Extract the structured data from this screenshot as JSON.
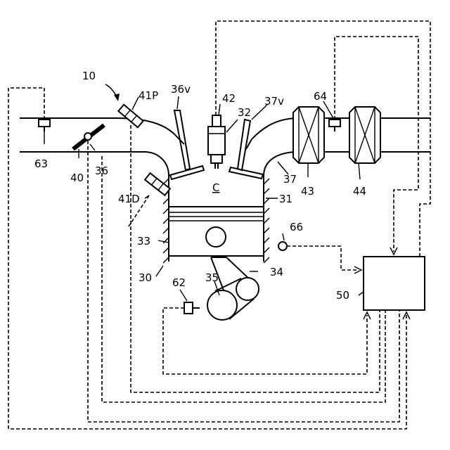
{
  "labels": {
    "system": "10",
    "cylinder_block": "30",
    "cylinder": "31",
    "spark_plug": "32",
    "piston": "33",
    "connecting_rod": "34",
    "crankshaft": "35",
    "intake_passage": "36",
    "intake_valve": "36v",
    "exhaust_passage": "37",
    "exhaust_valve": "37v",
    "throttle": "40",
    "port_injector": "41P",
    "direct_injector": "41D",
    "ignition_coil": "42",
    "catalyst_upstream": "43",
    "catalyst_downstream": "44",
    "ecu": "50",
    "crank_sensor": "62",
    "airflow_sensor": "63",
    "air_fuel_sensor": "64",
    "accel_sensor": "66",
    "combustion_chamber": "C"
  },
  "colors": {
    "line": "#000000",
    "background": "#ffffff"
  }
}
